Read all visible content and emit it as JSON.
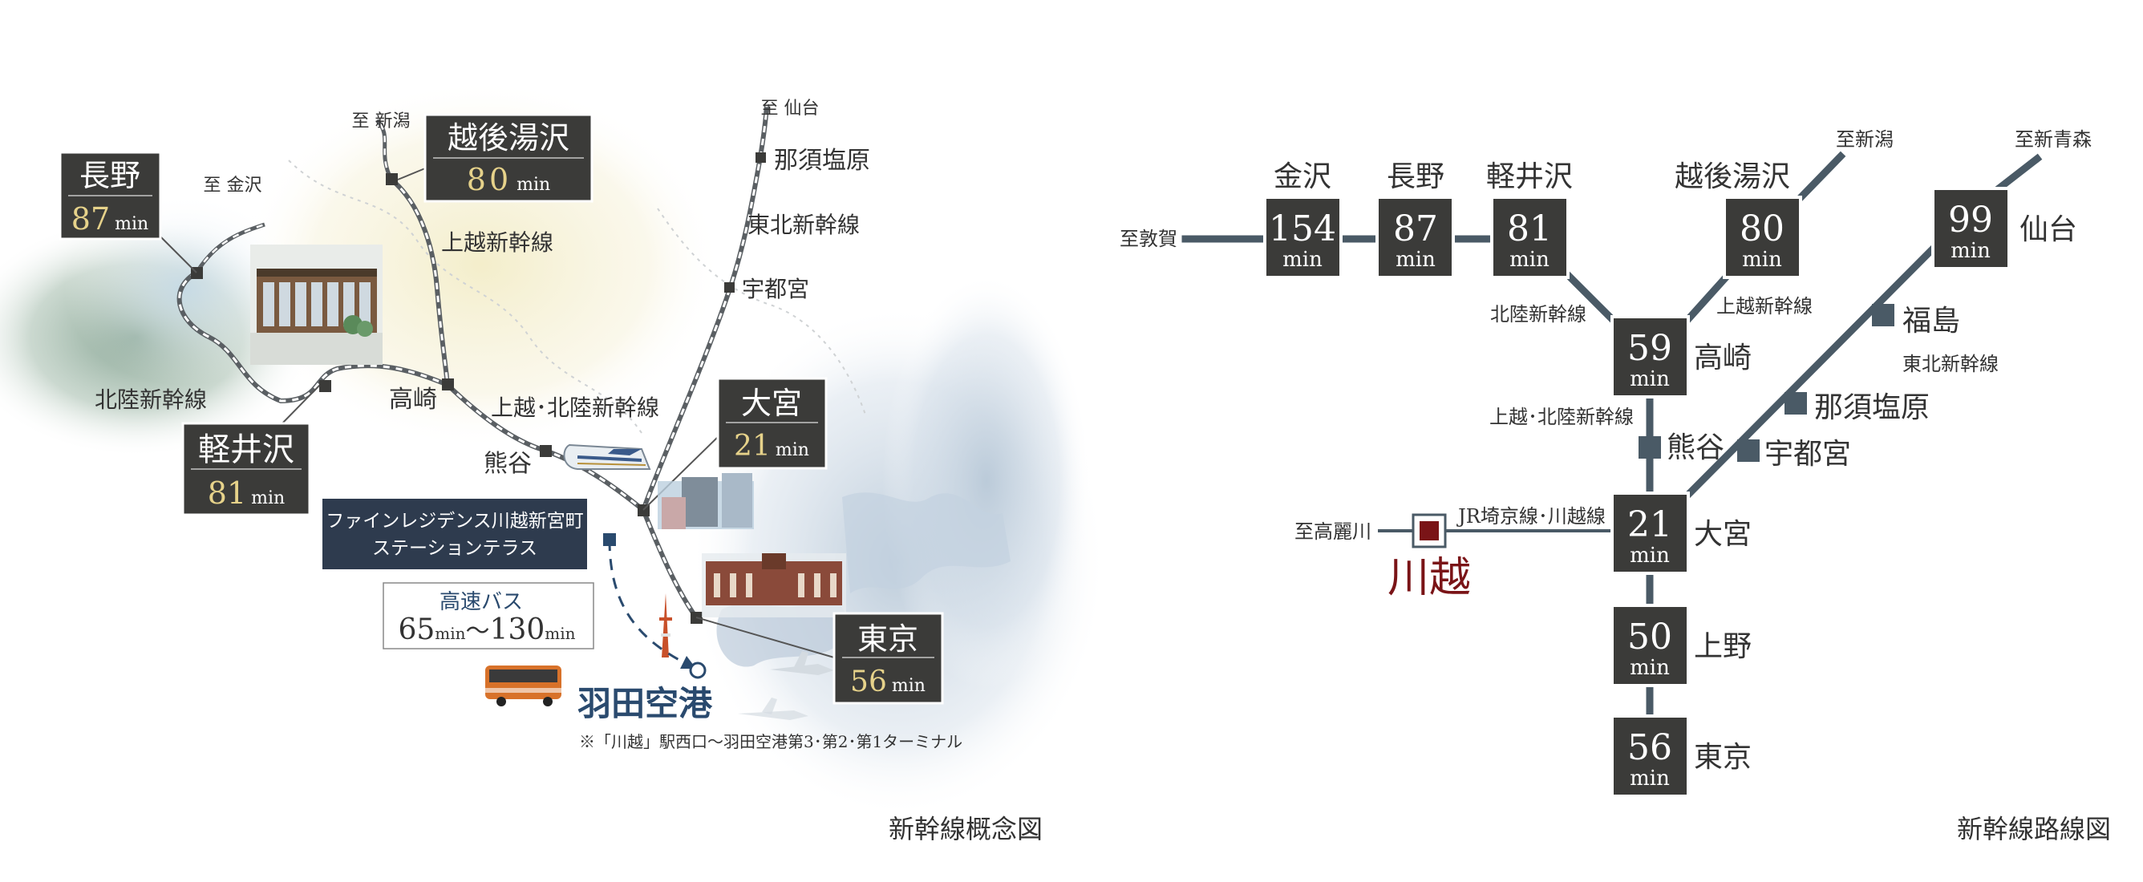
{
  "left_map": {
    "stations": {
      "nagano": {
        "name": "長野",
        "time": "87",
        "unit": "min"
      },
      "echigo_yuzawa": {
        "name": "越後湯沢",
        "time": "80",
        "unit": "min"
      },
      "karuizawa": {
        "name": "軽井沢",
        "time": "81",
        "unit": "min"
      },
      "omiya": {
        "name": "大宮",
        "time": "21",
        "unit": "min"
      },
      "tokyo": {
        "name": "東京",
        "time": "56",
        "unit": "min"
      }
    },
    "labels": {
      "to_niigata": "至 新潟",
      "to_kanazawa": "至 金沢",
      "to_sendai": "至 仙台",
      "nasushiobara": "那須塩原",
      "tohoku_shinkansen": "東北新幹線",
      "utsunomiya": "宇都宮",
      "joetsu_shinkansen": "上越新幹線",
      "hokuriku_shinkansen": "北陸新幹線",
      "takasaki": "高崎",
      "joetsu_hokuriku": "上越･北陸新幹線",
      "kumagaya": "熊谷"
    },
    "residence_line1": "ファインレジデンス川越新宮町",
    "residence_line2": "ステーションテラス",
    "bus_title": "高速バス",
    "bus_t1": "65",
    "bus_u1": "min",
    "bus_sep": "〜",
    "bus_t2": "130",
    "bus_u2": "min",
    "haneda": "羽田空港",
    "footnote": "※「川越」駅西口〜羽田空港第3･第2･第1ターミナル",
    "caption": "新幹線概念図"
  },
  "right_map": {
    "boxes": {
      "kanazawa": {
        "time": "154",
        "unit": "min",
        "name": "金沢"
      },
      "nagano": {
        "time": "87",
        "unit": "min",
        "name": "長野"
      },
      "karuizawa": {
        "time": "81",
        "unit": "min",
        "name": "軽井沢"
      },
      "echigo_yuzawa": {
        "time": "80",
        "unit": "min",
        "name": "越後湯沢"
      },
      "sendai": {
        "time": "99",
        "unit": "min",
        "name": "仙台"
      },
      "takasaki": {
        "time": "59",
        "unit": "min",
        "name": "高崎"
      },
      "omiya": {
        "time": "21",
        "unit": "min",
        "name": "大宮"
      },
      "ueno": {
        "time": "50",
        "unit": "min",
        "name": "上野"
      },
      "tokyo": {
        "time": "56",
        "unit": "min",
        "name": "東京"
      }
    },
    "labels": {
      "to_tsuruga": "至敦賀",
      "to_niigata": "至新潟",
      "to_shin_aomori": "至新青森",
      "hokuriku_shinkansen": "北陸新幹線",
      "joetsu_shinkansen": "上越新幹線",
      "tohoku_shinkansen": "東北新幹線",
      "joetsu_hokuriku": "上越･北陸新幹線",
      "fukushima": "福島",
      "nasushiobara": "那須塩原",
      "utsunomiya": "宇都宮",
      "kumagaya": "熊谷",
      "jr_line": "JR埼京線･川越線",
      "to_komagawa": "至高麗川",
      "kawagoe": "川越"
    },
    "caption": "新幹線路線図"
  },
  "colors": {
    "box_dark": "#3b3b39",
    "box_text": "#ffffff",
    "time_gold": "#e6d28a",
    "line_slate": "#4a5a66",
    "kawagoe_red": "#7a1417",
    "residence_navy": "#2e3b4e",
    "haneda_navy": "#2a4a6e",
    "text_dark": "#333333"
  },
  "icons": [
    "station-square-icon",
    "tokyo-tower-icon",
    "bus-icon",
    "airplane-icon",
    "shinkansen-train-icon",
    "building-photo-icon"
  ]
}
